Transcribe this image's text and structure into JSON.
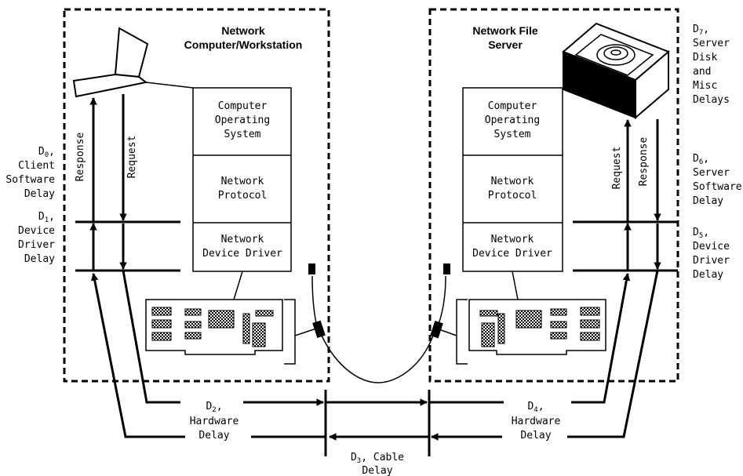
{
  "client": {
    "title_line1": "Network",
    "title_line2": "Computer/Workstation",
    "stack": [
      {
        "line1": "Computer",
        "line2": "Operating",
        "line3": "System"
      },
      {
        "line1": "Network",
        "line2": "Protocol"
      },
      {
        "line1": "Network",
        "line2": "Device Driver"
      }
    ],
    "response_label": "Response",
    "request_label": "Request"
  },
  "server": {
    "title_line1": "Network File",
    "title_line2": "Server",
    "stack": [
      {
        "line1": "Computer",
        "line2": "Operating",
        "line3": "System"
      },
      {
        "line1": "Network",
        "line2": "Protocol"
      },
      {
        "line1": "Network",
        "line2": "Device Driver"
      }
    ],
    "request_label": "Request",
    "response_label": "Response"
  },
  "delays": {
    "d0": {
      "letter": "D",
      "sub": "0",
      "suffix": ",",
      "lines": [
        "Client",
        "Software",
        "Delay"
      ]
    },
    "d1": {
      "letter": "D",
      "sub": "1",
      "suffix": ",",
      "lines": [
        "Device",
        "Driver",
        "Delay"
      ]
    },
    "d2": {
      "letter": "D",
      "sub": "2",
      "suffix": ",",
      "lines": [
        "Hardware",
        "Delay"
      ]
    },
    "d3": {
      "letter": "D",
      "sub": "3",
      "suffix": ", Cable",
      "lines": [
        "Delay"
      ]
    },
    "d4": {
      "letter": "D",
      "sub": "4",
      "suffix": ",",
      "lines": [
        "Hardware",
        "Delay"
      ]
    },
    "d5": {
      "letter": "D",
      "sub": "5",
      "suffix": ",",
      "lines": [
        "Device",
        "Driver",
        "Delay"
      ]
    },
    "d6": {
      "letter": "D",
      "sub": "6",
      "suffix": ",",
      "lines": [
        "Server",
        "Software",
        "Delay"
      ]
    },
    "d7": {
      "letter": "D",
      "sub": "7",
      "suffix": ",",
      "lines": [
        "Server",
        "Disk",
        "and",
        "Misc",
        "Delays"
      ]
    }
  }
}
